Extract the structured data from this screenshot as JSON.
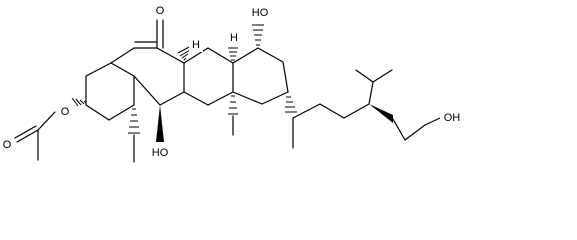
{
  "molecule": {
    "atom_labels": {
      "ketone_oxygen": "O",
      "c15_hydroxyl": "HO",
      "c14_hydrogen": "H",
      "c9_hydrogen": "H",
      "acetate_ether_oxygen": "O",
      "acetate_carbonyl_oxygen": "O",
      "c11_hydroxyl": "HO",
      "terminal_hydroxyl": "OH"
    }
  }
}
